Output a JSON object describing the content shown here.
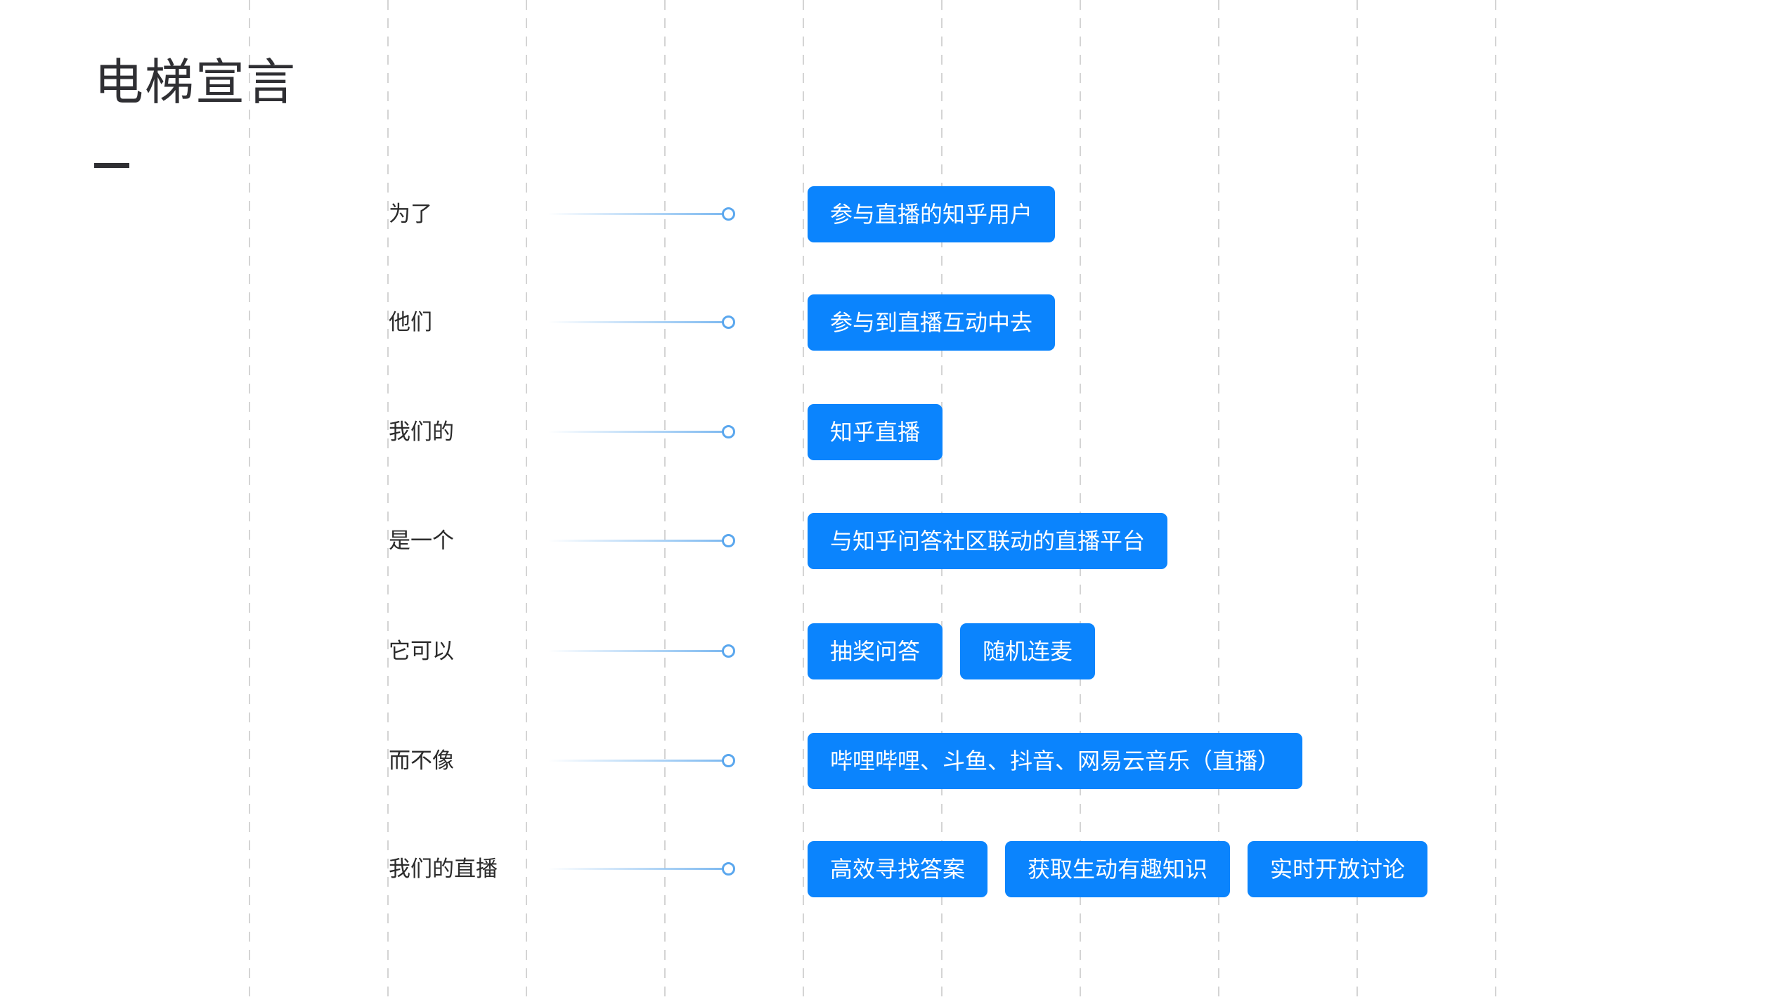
{
  "title": "电梯宣言",
  "colors": {
    "accent": "#0b84fd",
    "node": "#5aa7ee",
    "text": "#2b2b2b",
    "grid": "#d4d4d4"
  },
  "rows": [
    {
      "label": "为了",
      "tags": [
        "参与直播的知乎用户"
      ]
    },
    {
      "label": "他们",
      "tags": [
        "参与到直播互动中去"
      ]
    },
    {
      "label": "我们的",
      "tags": [
        "知乎直播"
      ]
    },
    {
      "label": "是一个",
      "tags": [
        "与知乎问答社区联动的直播平台"
      ]
    },
    {
      "label": "它可以",
      "tags": [
        "抽奖问答",
        "随机连麦"
      ]
    },
    {
      "label": "而不像",
      "tags": [
        "哔哩哔哩、斗鱼、抖音、网易云音乐（直播）"
      ]
    },
    {
      "label": "我们的直播",
      "tags": [
        "高效寻找答案",
        "获取生动有趣知识",
        "实时开放讨论"
      ]
    }
  ]
}
